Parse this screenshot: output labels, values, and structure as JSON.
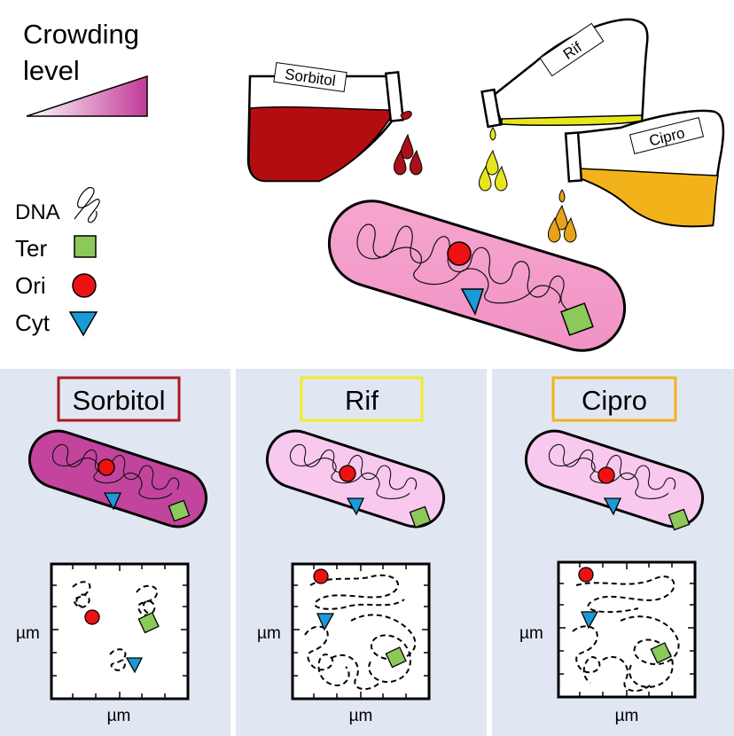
{
  "legend": {
    "crowding_title_line1": "Crowding",
    "crowding_title_line2": "level",
    "items": [
      {
        "label": "DNA",
        "icon": "dna-squiggle-icon"
      },
      {
        "label": "Ter",
        "icon": "green-square-icon"
      },
      {
        "label": "Ori",
        "icon": "red-circle-icon"
      },
      {
        "label": "Cyt",
        "icon": "blue-triangle-icon"
      }
    ]
  },
  "flasks": {
    "sorbitol_label": "Sorbitol",
    "rif_label": "Rif",
    "cipro_label": "Cipro"
  },
  "panels": [
    {
      "title": "Sorbitol",
      "x_axis": "µm",
      "y_axis": "µm"
    },
    {
      "title": "Rif",
      "x_axis": "µm",
      "y_axis": "µm"
    },
    {
      "title": "Cipro",
      "x_axis": "µm",
      "y_axis": "µm"
    }
  ],
  "colors": {
    "sorbitol": "#b30d12",
    "rif": "#e6e61e",
    "cipro": "#f2b31a",
    "ter": "#8cc85a",
    "ori": "#ee1111",
    "cyt": "#1a9ad6",
    "cell_high": "#c2449d",
    "cell_mid": "#f49cc9",
    "cell_low": "#f9c8ef",
    "panel_bg": "#e1e7f2"
  }
}
